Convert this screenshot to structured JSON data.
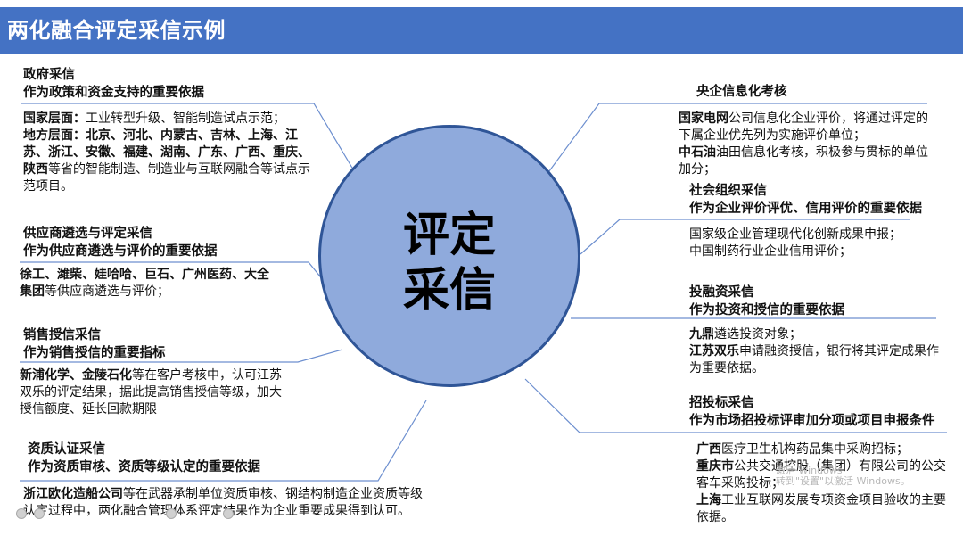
{
  "header": {
    "title": "两化融合评定采信示例"
  },
  "center": {
    "line1": "评定",
    "line2": "采信"
  },
  "left": {
    "gov": {
      "title1": "政府采信",
      "title2": "作为政策和资金支持的重要依据",
      "national_label": "国家层面：",
      "national_text": "工业转型升级、智能制造试点示范；",
      "local_label": "地方层面：",
      "local_regions": "北京、河北、内蒙古、吉林、上海、江苏、浙江、安徽、福建、湖南、广东、广西、重庆、陕西",
      "local_text": "等省的智能制造、制造业与互联网融合等试点示范项目。"
    },
    "supplier": {
      "title1": "供应商遴选与评定采信",
      "title2": "作为供应商遴选与评价的重要依据",
      "companies": "徐工、潍柴、娃哈哈、巨石、广州医药、大全集团",
      "text": "等供应商遴选与评价；"
    },
    "sales": {
      "title1": "销售授信采信",
      "title2": "作为销售授信的重要指标",
      "companies": "新浦化学、金陵石化",
      "text": "等在客户考核中，认可江苏双乐的评定结果，据此提高销售授信等级，加大授信额度、延长回款期限"
    },
    "qualification": {
      "title1": "资质认证采信",
      "title2": "作为资质审核、资质等级认定的重要依据",
      "company": "浙江欧化造船公司",
      "text": "等在武器承制单位资质审核、钢结构制造企业资质等级认定过程中，两化融合管理体系评定结果作为企业重要成果得到认可。"
    }
  },
  "right": {
    "soe": {
      "title": "央企信息化考核",
      "company1": "国家电网",
      "text1": "公司信息化企业评价，将通过评定的下属企业优先列为实施评价单位；",
      "company2": "中石油",
      "text2": "油田信息化考核，积极参与贯标的单位加分；"
    },
    "social": {
      "title1": "社会组织采信",
      "title2": "作为企业评价评优、信用评价的重要依据",
      "line1": "国家级企业管理现代化创新成果申报；",
      "line2": "中国制药行业企业信用评价；"
    },
    "investment": {
      "title1": "投融资采信",
      "title2": "作为投资和授信的重要依据",
      "company1": "九鼎",
      "text1": "遴选投资对象；",
      "company2": "江苏双乐",
      "text2": "申请融资授信，银行将其评定成果作为重要依据。"
    },
    "bidding": {
      "title1": "招投标采信",
      "title2": "作为市场招投标评审加分项或项目申报条件",
      "place1": "广西",
      "text1": "医疗卫生机构药品集中采购招标；",
      "place2": "重庆市",
      "text2": "公共交通控股（集团）有限公司的公交客车采购投标；",
      "place3": "上海",
      "text3": "工业互联网发展专项资金项目验收的主要依据。"
    }
  },
  "watermark": {
    "line1": "激活 Windows",
    "line2": "转到\"设置\"以激活 Windows。"
  },
  "colors": {
    "header_bg": "#4472c4",
    "circle_fill": "#8faadc",
    "circle_stroke": "#2f5597",
    "connector": "#6d8fcf"
  }
}
